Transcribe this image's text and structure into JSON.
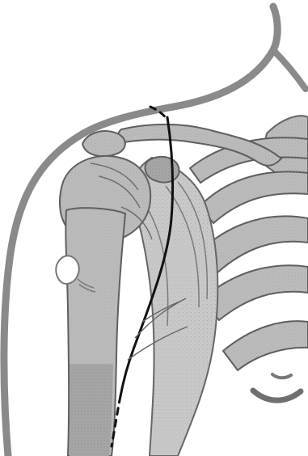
{
  "figure": {
    "type": "anatomical-illustration",
    "structures": [
      "body-outline",
      "neck-outline",
      "clavicle",
      "acromion",
      "coracoid-process",
      "humeral-head",
      "humerus-shaft",
      "scapula",
      "ribs",
      "sternum",
      "deltopectoral-groove-incision-line"
    ],
    "colors": {
      "background": "#ffffff",
      "outline": "#8a8a8a",
      "bone_fill": "#b9b9b9",
      "bone_stroke": "#5f5f5f",
      "incision_line": "#111111"
    }
  }
}
